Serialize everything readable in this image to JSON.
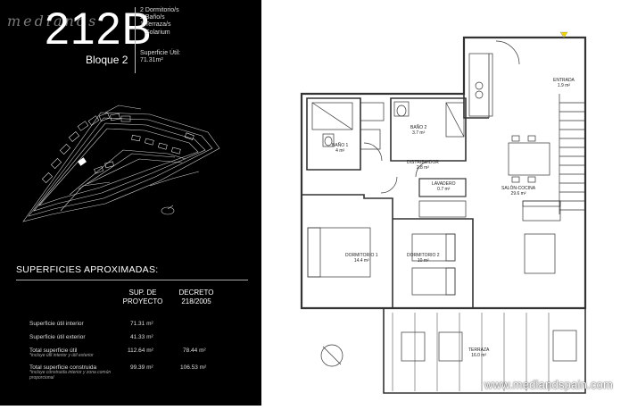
{
  "header": {
    "logo_text": "medlands",
    "unit_code": "212B",
    "bloque": "Bloque 2",
    "features": [
      "2 Dormitorio/s",
      "2 Baño/s",
      "1 Terraza/s",
      "Solarium"
    ],
    "superficie_label": "Superficie Útil:",
    "superficie_value": "71.31m²"
  },
  "surfaces": {
    "title": "SUPERFICIES APROXIMADAS:",
    "col1": [
      "SUP. DE",
      "PROYECTO"
    ],
    "col2": [
      "DECRETO",
      "218/2005"
    ],
    "rows": [
      {
        "label": "Superficie útil interior",
        "sub": "",
        "proyecto": "71.31 m²",
        "decreto": ""
      },
      {
        "label": "Superficie útil exterior",
        "sub": "",
        "proyecto": "41.33 m²",
        "decreto": ""
      },
      {
        "label": "Total superficie útil",
        "sub": "*incluye útil interior y útil exterior",
        "proyecto": "112.64 m²",
        "decreto": "78.44 m²"
      },
      {
        "label": "Total superficie construida",
        "sub": "*incluye construida interior y zona común proporcional",
        "proyecto": "99.39 m²",
        "decreto": "106.53 m²"
      }
    ]
  },
  "rooms": {
    "entrada": [
      "ENTRADA",
      "1.9 m²"
    ],
    "bano1": [
      "BAÑO 1",
      "4 m²"
    ],
    "bano2": [
      "BAÑO 2",
      "3.7 m²"
    ],
    "distribuidor": [
      "DISTRIBUIDOR",
      "2.8 m²"
    ],
    "lavadero": [
      "LAVADERO",
      "0.7 m²"
    ],
    "salon": [
      "SALÓN-COCINA",
      "29.6 m²"
    ],
    "dorm1": [
      "DORMITORIO 1",
      "14.4 m²"
    ],
    "dorm2": [
      "DORMITORIO 2",
      "10 m²"
    ],
    "terraza": [
      "TERRAZA",
      "16.0 m²"
    ]
  },
  "watermark": "www.medlandspain.com"
}
